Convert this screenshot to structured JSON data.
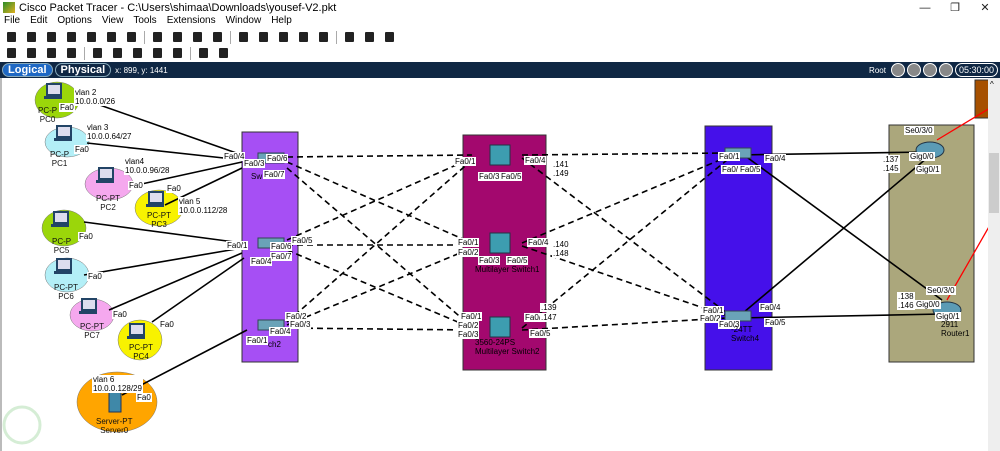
{
  "window": {
    "title": "Cisco Packet Tracer - C:\\Users\\shimaa\\Downloads\\yousef-V2.pkt",
    "minimize": "—",
    "maximize": "❐",
    "close": "✕"
  },
  "menu": [
    "File",
    "Edit",
    "Options",
    "View",
    "Tools",
    "Extensions",
    "Window",
    "Help"
  ],
  "toolbar1": [
    "new-icon",
    "open-icon",
    "save-icon",
    "print-icon",
    "info-icon",
    "wizard-icon",
    "lab-icon",
    "copy-icon",
    "paste-icon",
    "undo-icon",
    "redo-icon",
    "zoom-in-icon",
    "zoom-reset-icon",
    "zoom-out-icon",
    "window-icon",
    "custom-icon",
    "notes-icon",
    "palette-icon",
    "image-icon"
  ],
  "toolbar2": [
    "select-icon",
    "inspect-icon",
    "delete-icon",
    "resize-icon",
    "note-icon",
    "line-icon",
    "rectangle-icon",
    "ellipse-icon",
    "freeform-icon",
    "add-pdu-icon",
    "complex-pdu-icon"
  ],
  "modebar": {
    "logical": "Logical",
    "physical": "Physical",
    "coords": "x: 899, y: 1441",
    "root": "Root",
    "clock": "05:30:00"
  },
  "colors": {
    "purple_area": "#a64ff4",
    "magenta_area": "#a3086e",
    "blue_area": "#4510ea",
    "olive_area": "#aba77c",
    "link": "#000000",
    "serial": "#ff0000"
  },
  "canvas": {
    "pcs": [
      {
        "type": "PC-P",
        "name": "PC0",
        "color": "#9bd60a"
      },
      {
        "type": "PC-P",
        "name": "PC1",
        "color": "#b3eff7"
      },
      {
        "type": "PC-PT",
        "name": "PC2",
        "color": "#f5a8ee"
      },
      {
        "type": "PC-PT",
        "name": "PC3",
        "color": "#f8f200"
      },
      {
        "type": "PC-P",
        "name": "PC5",
        "color": "#9bd60a"
      },
      {
        "type": "PC-PT",
        "name": "PC6",
        "color": "#b3eff7"
      },
      {
        "type": "PC-PT",
        "name": "PC7",
        "color": "#f5a8ee"
      },
      {
        "type": "PC-PT",
        "name": "PC4",
        "color": "#f8f200"
      },
      {
        "type": "Server-PT",
        "name": "Server0",
        "color": "#ffa500"
      }
    ],
    "vlans": [
      "vlan 2\n10.0.0.0/26",
      "vlan 3\n10.0.0.64/27",
      "vlan4\n10.0.0.96/28",
      "vlan 5\n10.0.0.112/28",
      "vlan 6\n10.0.0.128/29"
    ],
    "ports": [
      "Fa0",
      "Fa0",
      "Fa0",
      "Fa0",
      "Fa0",
      "Fa0",
      "Fa0",
      "Fa0",
      "Fa0",
      "Fa0/4",
      "Fa0/3",
      "Fa0/6",
      "Fa0/7",
      "Fa0/1",
      "Fa0/6",
      "Fa0/7",
      "Fa0/4",
      "Fa0/5",
      "Fa0/2",
      "Fa0/3",
      "Fa0/4",
      "Fa0/1",
      "Fa0/1",
      "Fa0/3",
      "Fa0/5",
      "Fa0/4",
      "Fa0/1",
      "Fa0/2",
      "Fa0/3",
      "Fa0/5",
      "Fa0/4",
      "Fa0/1",
      "Fa0/2",
      "Fa0/3",
      "Fa0/4",
      "Fa0/5",
      "Fa0/1",
      "Fa0/4",
      "Fa0/",
      "Fa0/5",
      "Fa0/1",
      "Fa0/2",
      "Fa0/3",
      "Fa0/4",
      "Fa0/5",
      "Se0/3/0",
      "Gig0/0",
      "Gig0/1",
      "Se0/3/0",
      "Gig0/0",
      "Gig0/1"
    ],
    "ips": [
      ".141\n.149",
      ".140\n.148",
      ".139",
      ".147",
      ".137\n.145",
      ".138\n.146"
    ],
    "device_names": [
      "Sw",
      "ch2",
      "Multilayer Switch",
      "Multilayer Switch1",
      "3560-24PS\nMultilayer Switch2",
      "-24TT\nSwitch4",
      "2911\nRouter1"
    ]
  }
}
